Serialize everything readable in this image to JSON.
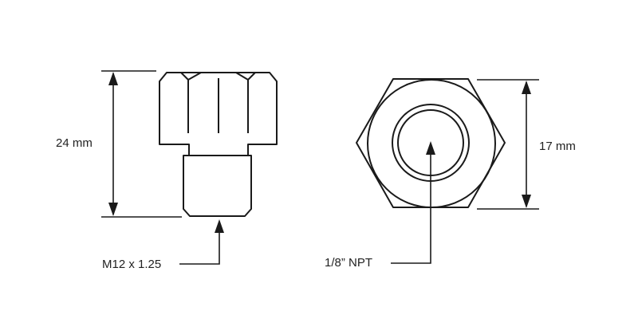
{
  "diagram": {
    "side_view": {
      "height_label": "24 mm",
      "thread_label": "M12 x 1.25"
    },
    "front_view": {
      "width_across_flats_label": "17 mm",
      "port_label": "1/8” NPT"
    },
    "colors": {
      "line": "#1a1a1a",
      "background": "#ffffff"
    }
  }
}
